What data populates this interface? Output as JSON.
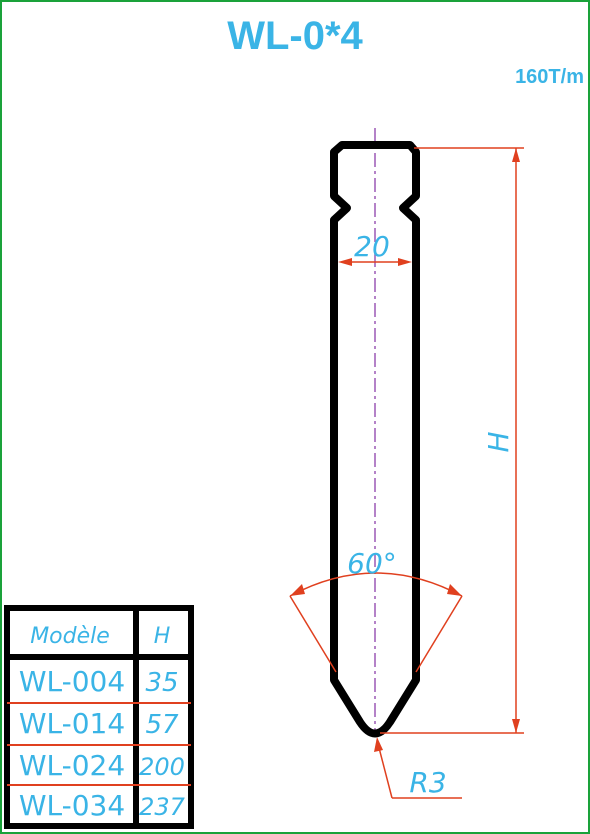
{
  "title": "WL-0*4",
  "capacity": "160T/m",
  "dimensions": {
    "width": "20",
    "height": "H",
    "angle": "60°",
    "radius": "R3"
  },
  "table": {
    "headers": [
      "Modèle",
      "H"
    ],
    "rows": [
      {
        "model": "WL-004",
        "h": "35"
      },
      {
        "model": "WL-014",
        "h": "57"
      },
      {
        "model": "WL-024",
        "h": "200"
      },
      {
        "model": "WL-034",
        "h": "237"
      }
    ]
  },
  "colors": {
    "frame": "#1aa23a",
    "text": "#3ab4e6",
    "dimension": "#e0401f",
    "outline": "#000000",
    "centerline": "#9b59b6"
  }
}
